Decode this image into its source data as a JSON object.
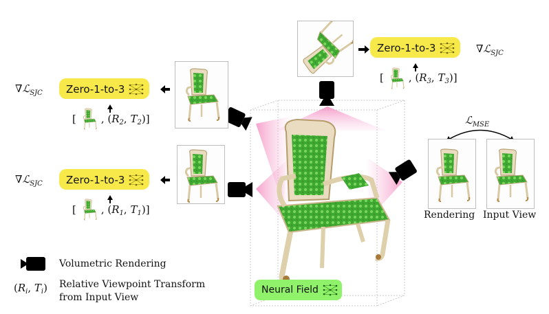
{
  "model_name": "Zero-1-to-3",
  "gradient_label": "∇ℒ",
  "gradient_sub": "SJC",
  "views": [
    {
      "id": 3,
      "pose_r": "R",
      "pose_r_sub": "3",
      "pose_t": "T",
      "pose_t_sub": "3"
    },
    {
      "id": 2,
      "pose_r": "R",
      "pose_r_sub": "2",
      "pose_t": "T",
      "pose_t_sub": "2"
    },
    {
      "id": 1,
      "pose_r": "R",
      "pose_r_sub": "1",
      "pose_t": "T",
      "pose_t_sub": "1"
    }
  ],
  "mse_label": "ℒ",
  "mse_sub": "MSE",
  "rendering_caption": "Rendering",
  "input_view_caption": "Input View",
  "neural_field_label": "Neural Field",
  "legend": {
    "camera_text": "Volumetric Rendering",
    "pose_symbol_r": "R",
    "pose_symbol_r_sub": "i",
    "pose_symbol_t": "T",
    "pose_symbol_t_sub": "i",
    "pose_line1": "Relative Viewpoint Transform",
    "pose_line2": "from Input View"
  },
  "colors": {
    "zero123_box": "#f7e94a",
    "neural_field_box": "#8ff26a",
    "frustum_pink": "#f7a6cf",
    "chair_green": "#4fb83a",
    "chair_frame": "#e8dcc0"
  }
}
